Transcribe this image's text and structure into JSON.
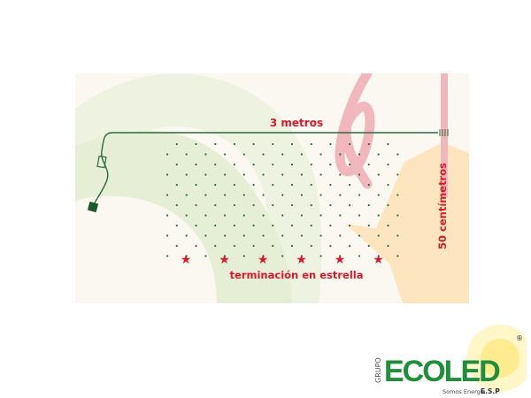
{
  "banner": {
    "length_label": "3 metros",
    "drop_label": "50 centímetros",
    "ending_label": "terminación en estrella",
    "star_count": 6,
    "colors": {
      "background": "#fbf8f1",
      "wire": "#2e6b3a",
      "label": "#d8192c",
      "star": "#d8192c",
      "arc": "#e6efd6",
      "ribbon": "#f2b7bd",
      "big_star": "#fde6bf"
    }
  },
  "logo": {
    "group": "GRUPO",
    "brand": "ECOLED",
    "tagline": "Somos Energía",
    "suffix": "E.S.P",
    "registered": "®",
    "colors": {
      "eco": "#1f8f3a",
      "led": "#6cbf2c"
    }
  }
}
